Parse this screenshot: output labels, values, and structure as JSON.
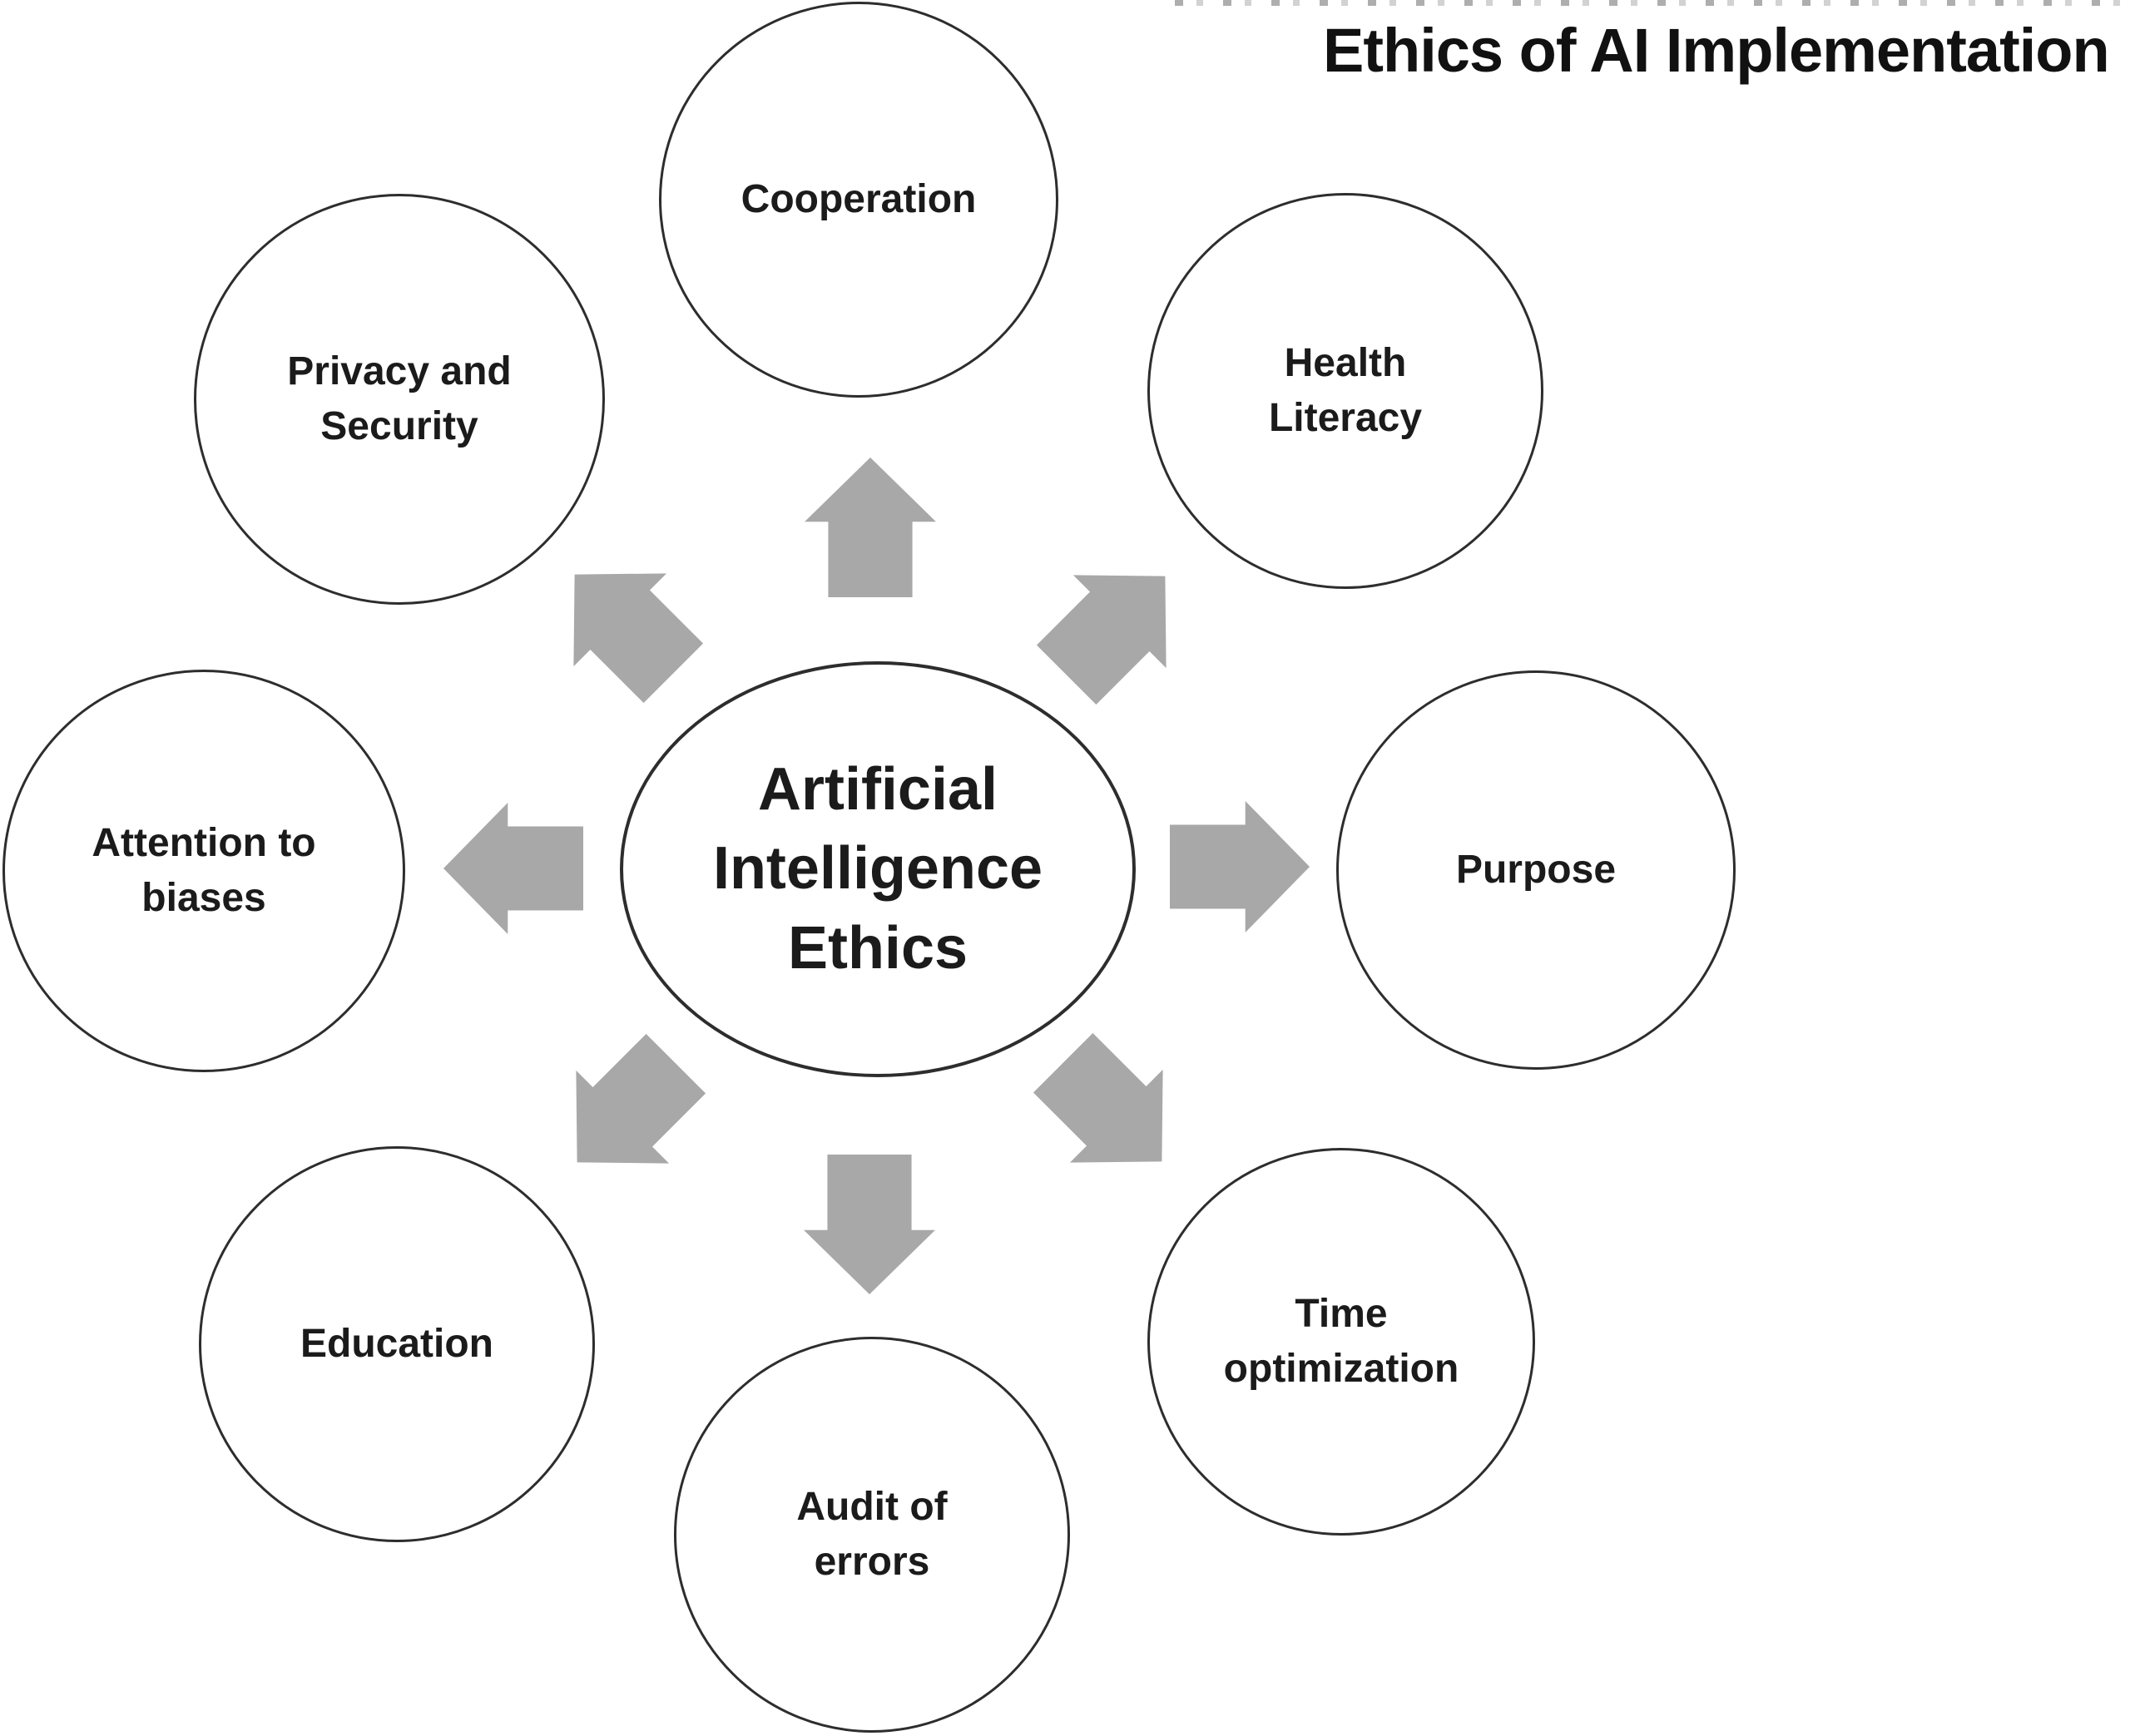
{
  "title": "Ethics of AI Implementation",
  "center": {
    "label": "Artificial\nIntelligence\nEthics"
  },
  "nodes": [
    {
      "id": "cooperation",
      "label": "Cooperation",
      "position": "top"
    },
    {
      "id": "health-literacy",
      "label": "Health\nLiteracy",
      "position": "top-right"
    },
    {
      "id": "purpose",
      "label": "Purpose",
      "position": "right"
    },
    {
      "id": "time-optimization",
      "label": "Time\noptimization",
      "position": "bottom-right"
    },
    {
      "id": "audit-of-errors",
      "label": "Audit of\nerrors",
      "position": "bottom"
    },
    {
      "id": "education",
      "label": "Education",
      "position": "bottom-left"
    },
    {
      "id": "attention-to-biases",
      "label": "Attention to\nbiases",
      "position": "left"
    },
    {
      "id": "privacy-and-security",
      "label": "Privacy and\nSecurity",
      "position": "top-left"
    }
  ],
  "arrows": [
    "up",
    "up-right",
    "right",
    "down-right",
    "down",
    "down-left",
    "left",
    "up-left"
  ],
  "colors": {
    "arrow": "#a8a8a8",
    "stroke": "#2d2d2d",
    "text": "#1b1b1b",
    "background": "#ffffff"
  }
}
